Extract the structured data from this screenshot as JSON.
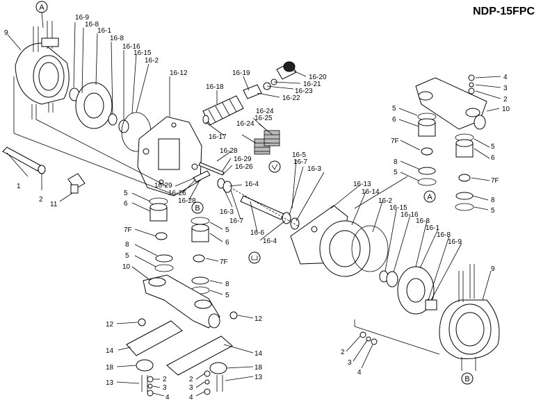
{
  "title": "NDP-15FPC",
  "reference_markers": [
    "A",
    "B"
  ],
  "callouts": [
    {
      "id": "c1",
      "text": "16-9"
    },
    {
      "id": "c2",
      "text": "16-8"
    },
    {
      "id": "c3",
      "text": "16-1"
    },
    {
      "id": "c4",
      "text": "16-8"
    },
    {
      "id": "c5",
      "text": "16-16"
    },
    {
      "id": "c6",
      "text": "16-15"
    },
    {
      "id": "c7",
      "text": "16-2"
    },
    {
      "id": "c8",
      "text": "9"
    },
    {
      "id": "c9",
      "text": "16-12"
    },
    {
      "id": "c10",
      "text": "16-18"
    },
    {
      "id": "c11",
      "text": "16-19"
    },
    {
      "id": "c12",
      "text": "16-20"
    },
    {
      "id": "c13",
      "text": "16-21"
    },
    {
      "id": "c14",
      "text": "16-23"
    },
    {
      "id": "c15",
      "text": "16-22"
    },
    {
      "id": "c16",
      "text": "16-24"
    },
    {
      "id": "c17",
      "text": "16-25"
    },
    {
      "id": "c18",
      "text": "16-24"
    },
    {
      "id": "c19",
      "text": "16-17"
    },
    {
      "id": "c20",
      "text": "16-28"
    },
    {
      "id": "c21",
      "text": "16-29"
    },
    {
      "id": "c22",
      "text": "16-26"
    },
    {
      "id": "c23",
      "text": "16-29"
    },
    {
      "id": "c24",
      "text": "16-26"
    },
    {
      "id": "c25",
      "text": "16-28"
    },
    {
      "id": "c26",
      "text": "1"
    },
    {
      "id": "c27",
      "text": "2"
    },
    {
      "id": "c28",
      "text": "11"
    },
    {
      "id": "c29",
      "text": "16-5"
    },
    {
      "id": "c30",
      "text": "16-4"
    },
    {
      "id": "c31",
      "text": "16-3"
    },
    {
      "id": "c32",
      "text": "16-7"
    },
    {
      "id": "c33",
      "text": "16-6"
    },
    {
      "id": "c34",
      "text": "16-4"
    },
    {
      "id": "c35",
      "text": "16-7"
    },
    {
      "id": "c36",
      "text": "16-3"
    },
    {
      "id": "c37",
      "text": "16-13"
    },
    {
      "id": "c38",
      "text": "16-14"
    },
    {
      "id": "c39",
      "text": "16-2"
    },
    {
      "id": "c40",
      "text": "16-15"
    },
    {
      "id": "c41",
      "text": "16-16"
    },
    {
      "id": "c42",
      "text": "16-8"
    },
    {
      "id": "c43",
      "text": "16-1"
    },
    {
      "id": "c44",
      "text": "16-8"
    },
    {
      "id": "c45",
      "text": "16-9"
    },
    {
      "id": "c46",
      "text": "9"
    },
    {
      "id": "c47",
      "text": "4"
    },
    {
      "id": "c48",
      "text": "3"
    },
    {
      "id": "c49",
      "text": "2"
    },
    {
      "id": "c50",
      "text": "10"
    },
    {
      "id": "c51",
      "text": "5"
    },
    {
      "id": "c52",
      "text": "6"
    },
    {
      "id": "c53",
      "text": "7F"
    },
    {
      "id": "c54",
      "text": "5"
    },
    {
      "id": "c55",
      "text": "6"
    },
    {
      "id": "c56",
      "text": "8"
    },
    {
      "id": "c57",
      "text": "5"
    },
    {
      "id": "c58",
      "text": "7F"
    },
    {
      "id": "c59",
      "text": "8"
    },
    {
      "id": "c60",
      "text": "5"
    },
    {
      "id": "c61",
      "text": "5"
    },
    {
      "id": "c62",
      "text": "6"
    },
    {
      "id": "c63",
      "text": "5"
    },
    {
      "id": "c64",
      "text": "6"
    },
    {
      "id": "c65",
      "text": "7F"
    },
    {
      "id": "c66",
      "text": "8"
    },
    {
      "id": "c67",
      "text": "5"
    },
    {
      "id": "c68",
      "text": "10"
    },
    {
      "id": "c69",
      "text": "7F"
    },
    {
      "id": "c70",
      "text": "8"
    },
    {
      "id": "c71",
      "text": "5"
    },
    {
      "id": "c72",
      "text": "12"
    },
    {
      "id": "c73",
      "text": "12"
    },
    {
      "id": "c74",
      "text": "14"
    },
    {
      "id": "c75",
      "text": "14"
    },
    {
      "id": "c76",
      "text": "18"
    },
    {
      "id": "c77",
      "text": "18"
    },
    {
      "id": "c78",
      "text": "13"
    },
    {
      "id": "c79",
      "text": "2"
    },
    {
      "id": "c80",
      "text": "3"
    },
    {
      "id": "c81",
      "text": "4"
    },
    {
      "id": "c82",
      "text": "2"
    },
    {
      "id": "c83",
      "text": "3"
    },
    {
      "id": "c84",
      "text": "4"
    },
    {
      "id": "c85",
      "text": "13"
    },
    {
      "id": "c86",
      "text": "2"
    },
    {
      "id": "c87",
      "text": "3"
    },
    {
      "id": "c88",
      "text": "4"
    }
  ]
}
